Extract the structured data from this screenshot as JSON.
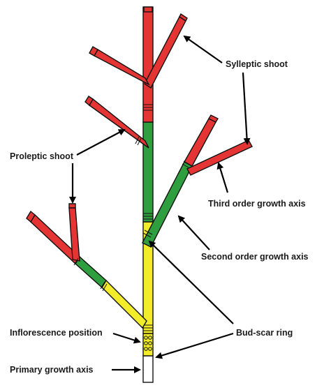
{
  "labels": {
    "sylleptic": "Sylleptic shoot",
    "proleptic": "Proleptic shoot",
    "third": "Third order growth axis",
    "second": "Second order growth axis",
    "inflorescence": "Inflorescence position",
    "budscar": "Bud-scar ring",
    "primary": "Primary growth axis"
  },
  "colors": {
    "red": "#e53434",
    "green": "#2e9e3e",
    "yellow": "#f2ec2a",
    "white": "#ffffff",
    "outline": "#111111"
  }
}
